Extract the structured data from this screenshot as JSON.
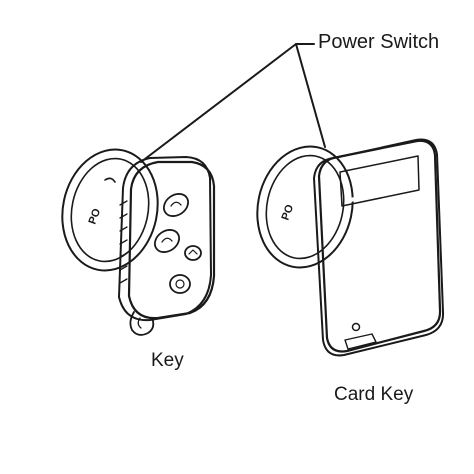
{
  "diagram": {
    "callout_label": "Power Switch",
    "items": [
      {
        "id": "key",
        "label": "Key"
      },
      {
        "id": "card-key",
        "label": "Card Key"
      }
    ],
    "switch_marking": "PO",
    "colors": {
      "line": "#1a1a1a",
      "background": "#ffffff",
      "button_shade": "#b5b5b5",
      "card_shade": "#dcdcdc"
    }
  }
}
